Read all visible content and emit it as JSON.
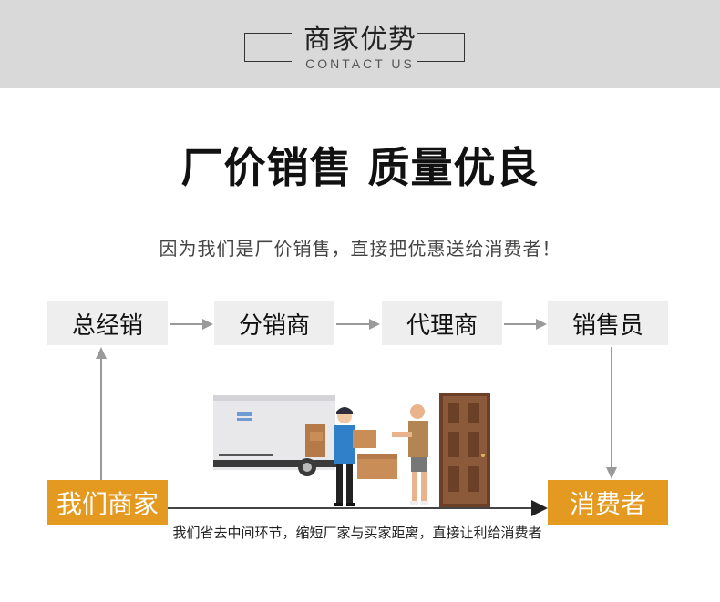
{
  "header": {
    "title": "商家优势",
    "subtitle": "CONTACT US"
  },
  "headline": "厂价销售 质量优良",
  "subline": "因为我们是厂价销售，直接把优惠送给消费者！",
  "chain": {
    "general_distributor": "总经销",
    "sub_distributor": "分销商",
    "agent": "代理商",
    "salesperson": "销售员"
  },
  "ours": "我们商家",
  "consumer": "消费者",
  "note": "我们省去中间环节，缩短厂家与买家距离，直接让利给消费者",
  "colors": {
    "header_bg": "#d9d9d9",
    "accent": "#e49a20",
    "box_bg": "#eeeeee",
    "arrow": "#9a9a9a",
    "door": "#8a5a3a"
  },
  "icons": [
    "delivery-truck-illustration",
    "courier-illustration",
    "customer-illustration",
    "door-illustration"
  ]
}
